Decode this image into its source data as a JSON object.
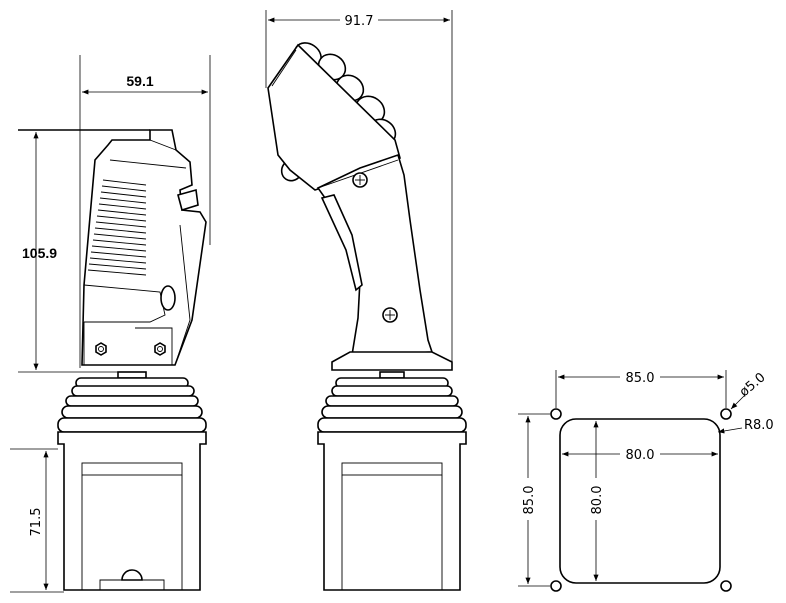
{
  "dimensions": {
    "side_width": "59.1",
    "side_height": "105.9",
    "base_height": "71.5",
    "front_width": "91.7",
    "mount_hole_spacing": "85.0",
    "mount_hole_spacing_vertical": "85.0",
    "mount_hole_diameter": "ø5.0",
    "mount_corner_radius": "R8.0",
    "cutout_width": "80.0",
    "cutout_height": "80.0"
  }
}
